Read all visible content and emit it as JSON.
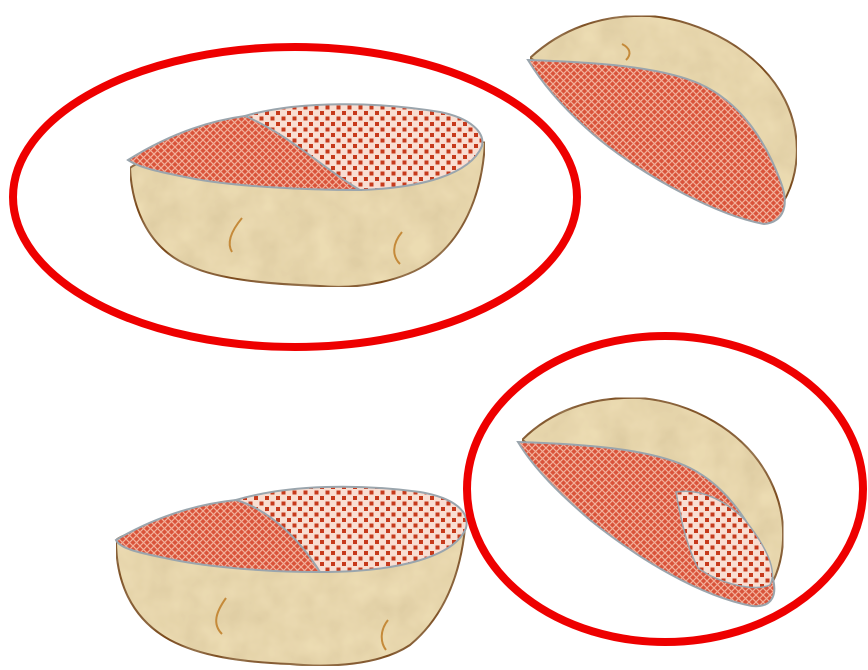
{
  "scene": {
    "background": "#ffffff",
    "colors": {
      "bread_fill": "#ecdcb2",
      "bread_outline": "#7a4a1e",
      "fold_line": "#c58a3a",
      "filling_red": "#d9533a",
      "filling_cross": "#f3b09a",
      "filling_dot_bg": "#f9ded2",
      "filling_dot": "#c63a1c",
      "filling_edge": "#9aa5ad",
      "circle_stroke": "#ee0000"
    },
    "items": [
      {
        "id": "pita-top-left",
        "shape": "horizontal-half",
        "fill_pattern": "crosshatch-and-dots",
        "circled": true
      },
      {
        "id": "pita-top-right",
        "shape": "tilted-half",
        "fill_pattern": "crosshatch",
        "circled": false
      },
      {
        "id": "pita-bottom-left",
        "shape": "horizontal-half",
        "fill_pattern": "crosshatch-and-dots",
        "circled": false
      },
      {
        "id": "pita-bottom-right",
        "shape": "tilted-half",
        "fill_pattern": "crosshatch-and-dots",
        "circled": true
      }
    ]
  }
}
